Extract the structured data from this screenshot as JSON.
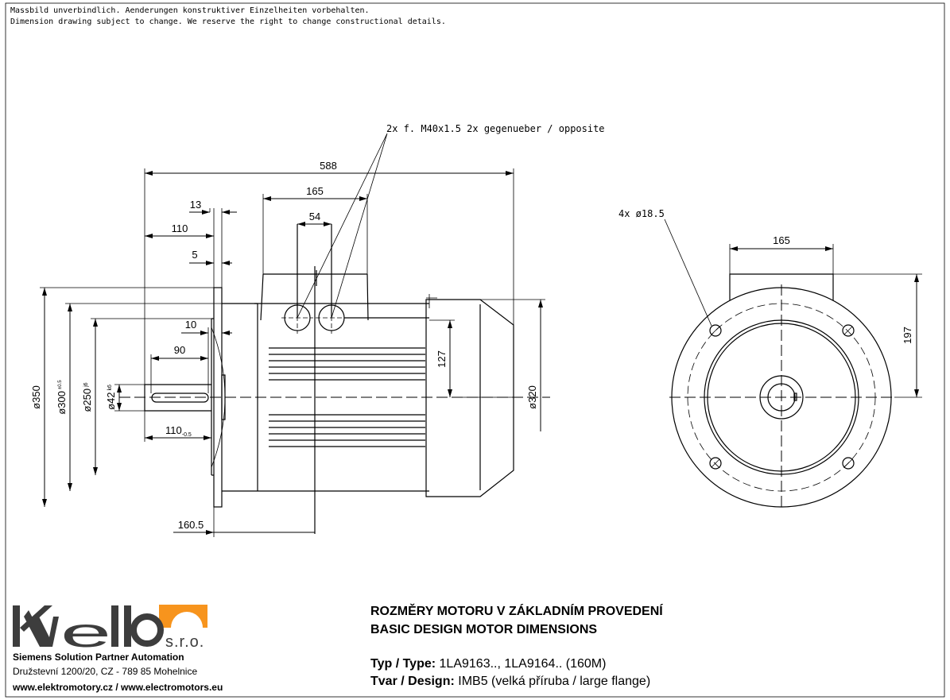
{
  "header_notes": [
    "Massbild unverbindlich. Aenderungen konstruktiver Einzelheiten vorbehalten.",
    "Dimension drawing subject to change. We reserve the right to change constructional details."
  ],
  "side_view": {
    "cable_gland_note": "2x f. M40x1.5  2x gegenueber / opposite",
    "dimensions": {
      "overall_length": "588",
      "terminal_box_length": "165",
      "gland_spacing": "54",
      "flange_thickness": "13",
      "shaft_length": "110",
      "flange_spigot": "5",
      "key_offset": "10",
      "key_length": "90",
      "shaft_length_tol": "110",
      "shaft_length_tol_suffix": "-0.5",
      "box_position": "160.5",
      "flange_diameter": "ø350",
      "bolt_circle": "ø300",
      "bolt_circle_tol": "±0.5",
      "spigot_diameter": "ø250",
      "spigot_fit": "j6",
      "shaft_diameter": "ø42",
      "shaft_fit": "k6",
      "box_height": "127",
      "housing_diameter": "ø320"
    }
  },
  "front_view": {
    "hole_note": "4x ø18.5",
    "dimensions": {
      "box_width": "165",
      "box_top_height": "197"
    }
  },
  "company": {
    "logo_text": "Kvello",
    "logo_suffix": "s.r.o.",
    "tagline": "Siemens Solution Partner Automation",
    "address": "Družstevní 1200/20, CZ - 789 85 Mohelnice",
    "web": "www.elektromotory.cz / www.electromotors.eu",
    "logo_orange": "#f7941d",
    "logo_gray": "#3d3d3d"
  },
  "title_block": {
    "title_cz": "ROZMĚRY MOTORU V ZÁKLADNÍM PROVEDENÍ",
    "title_en": "BASIC DESIGN MOTOR DIMENSIONS",
    "type_label": "Typ / Type:",
    "type_value": "1LA9163.., 1LA9164.. (160M)",
    "design_label": "Tvar / Design:",
    "design_value": "IMB5 (velká příruba / large flange)"
  }
}
